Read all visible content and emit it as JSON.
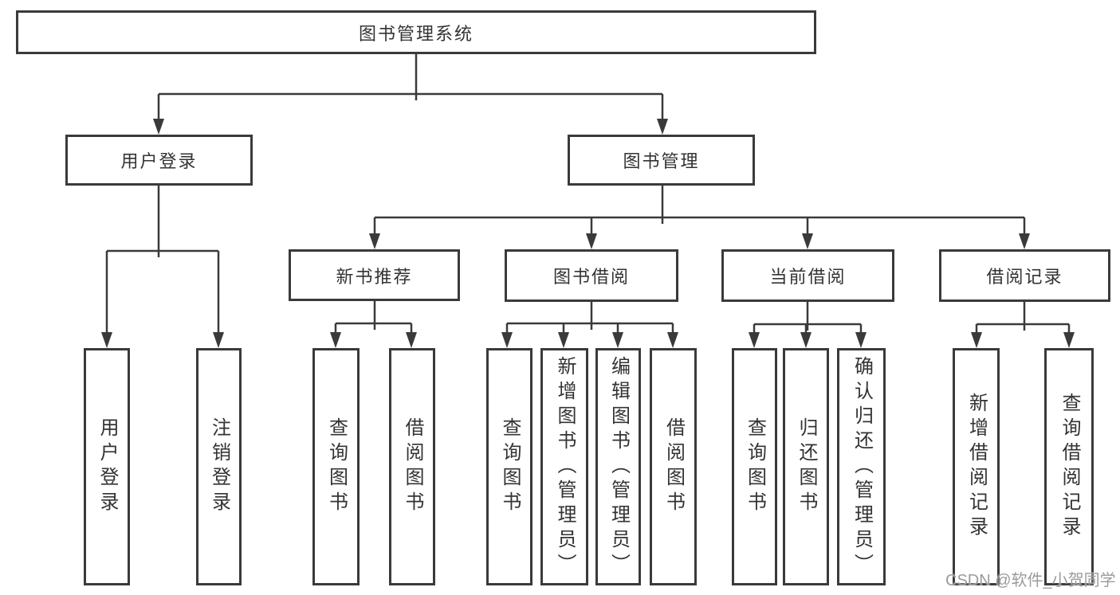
{
  "diagram": {
    "root": {
      "label": "图书管理系统",
      "children": [
        {
          "label": "用户登录",
          "children": [
            {
              "label": "用户登录"
            },
            {
              "label": "注销登录"
            }
          ]
        },
        {
          "label": "图书管理",
          "children": [
            {
              "label": "新书推荐",
              "children": [
                {
                  "label": "查询图书"
                },
                {
                  "label": "借阅图书"
                }
              ]
            },
            {
              "label": "图书借阅",
              "children": [
                {
                  "label": "查询图书"
                },
                {
                  "label": "新增图书（管理员）"
                },
                {
                  "label": "编辑图书（管理员）"
                },
                {
                  "label": "借阅图书"
                }
              ]
            },
            {
              "label": "当前借阅",
              "children": [
                {
                  "label": "查询图书"
                },
                {
                  "label": "归还图书"
                },
                {
                  "label": "确认归还（管理员）"
                }
              ]
            },
            {
              "label": "借阅记录",
              "children": [
                {
                  "label": "新增借阅记录"
                },
                {
                  "label": "查询借阅记录"
                }
              ]
            }
          ]
        }
      ]
    },
    "line_color": "#3a3a3a",
    "text_color": "#333333"
  },
  "watermark": {
    "text": "CSDN @软件_小贺同学"
  }
}
